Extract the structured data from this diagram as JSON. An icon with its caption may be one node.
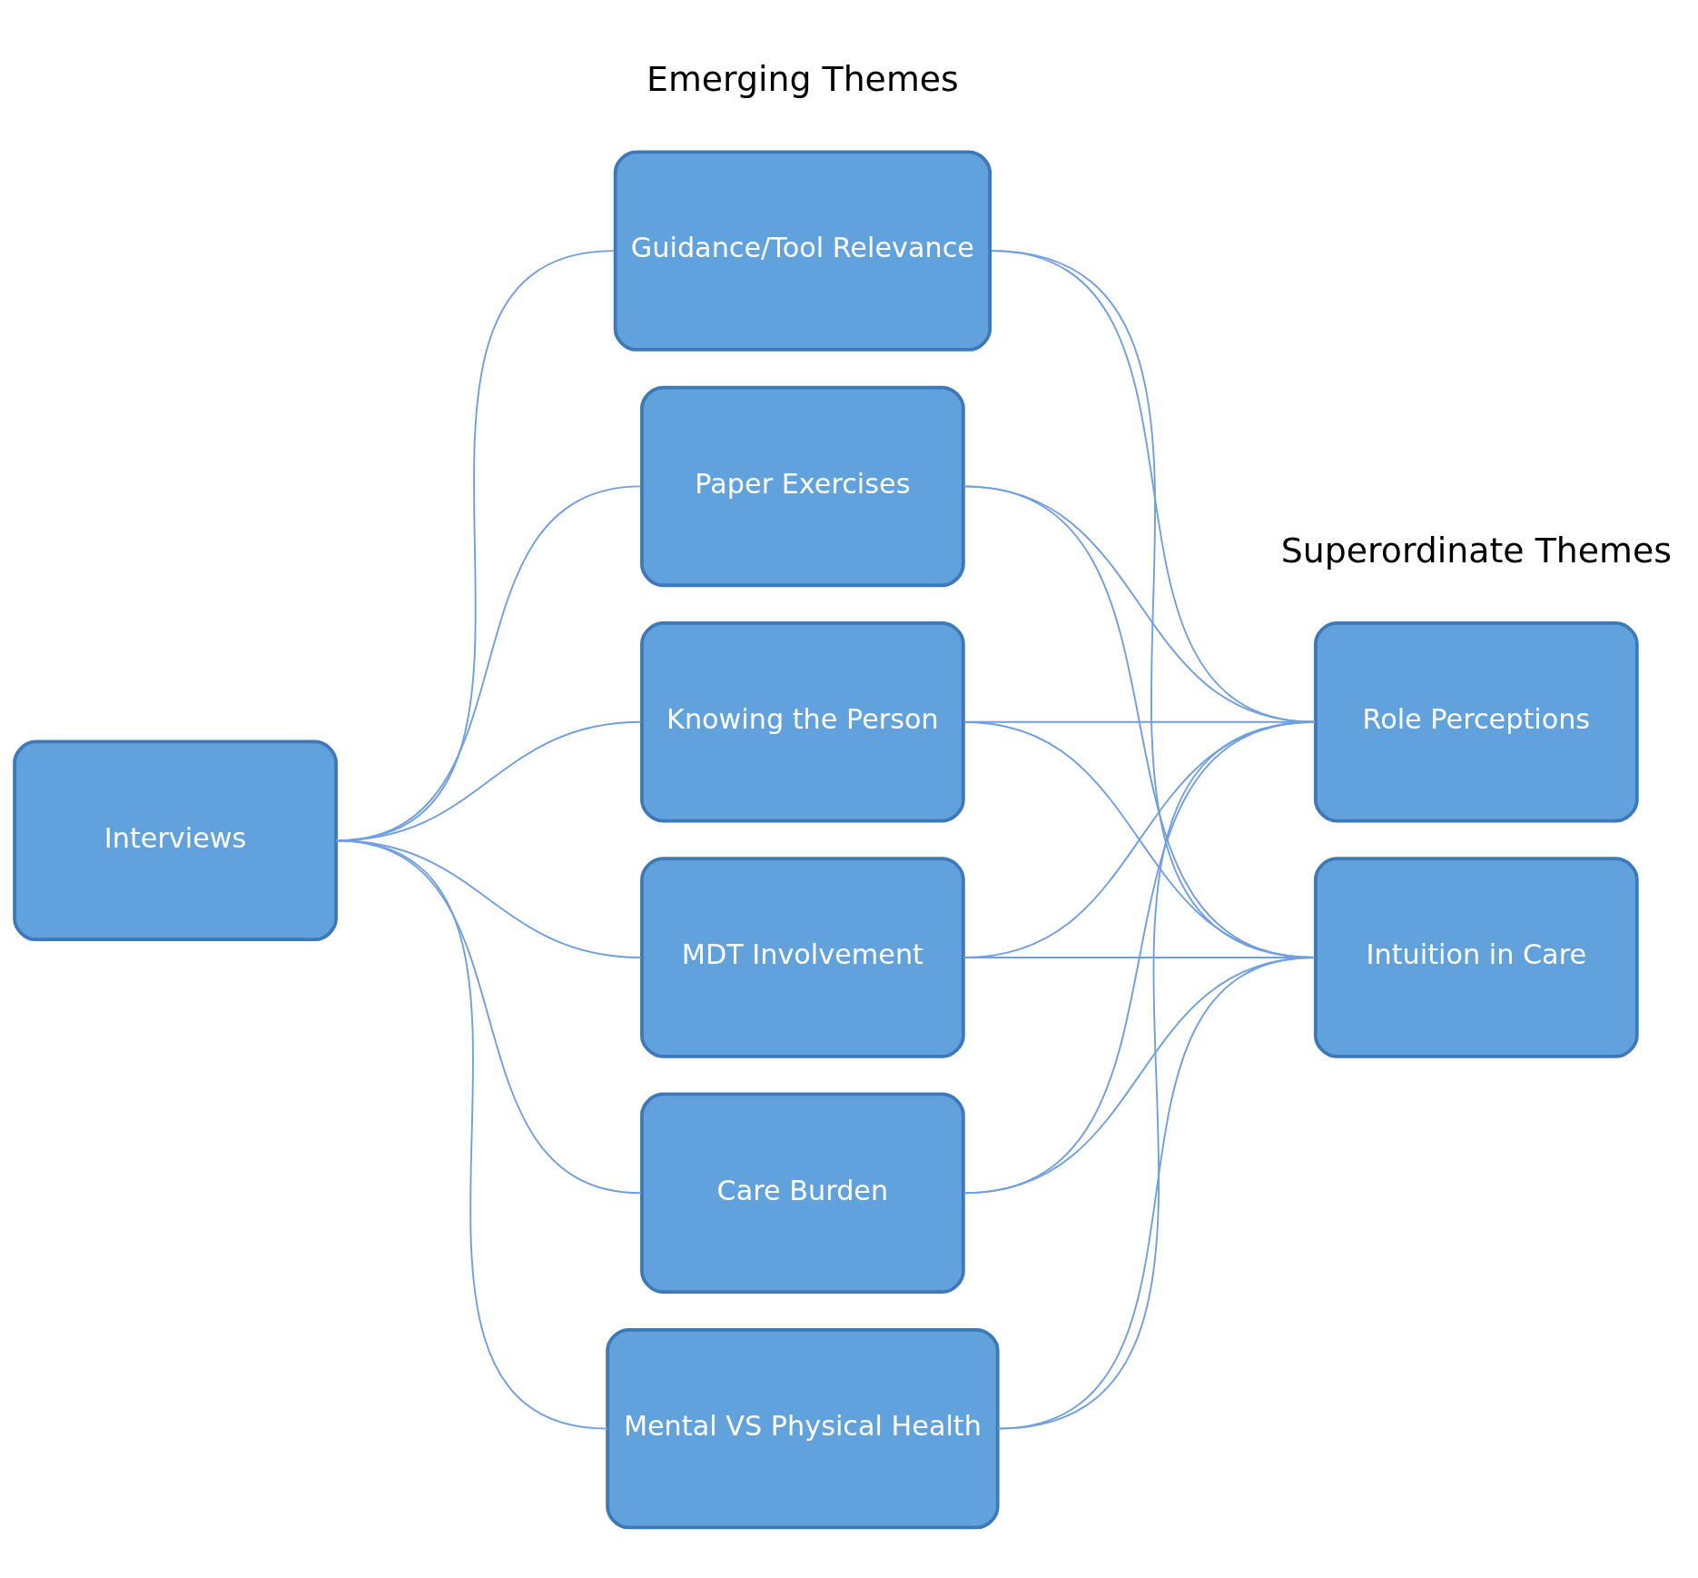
{
  "diagram": {
    "nodes": [
      {
        "text": [
          "Interviews"
        ]
      },
      {
        "text": [
          "Guidance/Tool Relevance"
        ]
      },
      {
        "text": [
          "Paper Exercises"
        ]
      },
      {
        "text": [
          "Knowing the Person"
        ]
      },
      {
        "text": [
          "MDT Involvement"
        ]
      },
      {
        "text": [
          "Care Burden"
        ]
      },
      {
        "text": [
          "Mental VS Physical Health"
        ]
      },
      {
        "text": [
          "Role Perceptions"
        ]
      },
      {
        "text": [
          "Intuition in Care"
        ]
      }
    ],
    "edges": [
      {
        "from": 0,
        "to": 1,
        "arrow": "none"
      },
      {
        "from": 0,
        "to": 2,
        "arrow": "none"
      },
      {
        "from": 0,
        "to": 3,
        "arrow": "none"
      },
      {
        "from": 0,
        "to": 4,
        "arrow": "none"
      },
      {
        "from": 0,
        "to": 5,
        "arrow": "none"
      },
      {
        "from": 0,
        "to": 6,
        "arrow": "none"
      },
      {
        "from": 1,
        "to": 7,
        "arrow": "none"
      },
      {
        "from": 1,
        "to": 8,
        "arrow": "none"
      },
      {
        "from": 2,
        "to": 7,
        "arrow": "none"
      },
      {
        "from": 2,
        "to": 8,
        "arrow": "none"
      },
      {
        "from": 3,
        "to": 7,
        "arrow": "none"
      },
      {
        "from": 3,
        "to": 8,
        "arrow": "none"
      },
      {
        "from": 4,
        "to": 7,
        "arrow": "none"
      },
      {
        "from": 4,
        "to": 8,
        "arrow": "none"
      },
      {
        "from": 5,
        "to": 7,
        "arrow": "none"
      },
      {
        "from": 5,
        "to": 8,
        "arrow": "none"
      },
      {
        "from": 6,
        "to": 7,
        "arrow": "none"
      },
      {
        "from": 6,
        "to": 8,
        "arrow": "none"
      }
    ],
    "labels": [
      "Emerging Themes",
      "Superordinate Themes"
    ]
  }
}
